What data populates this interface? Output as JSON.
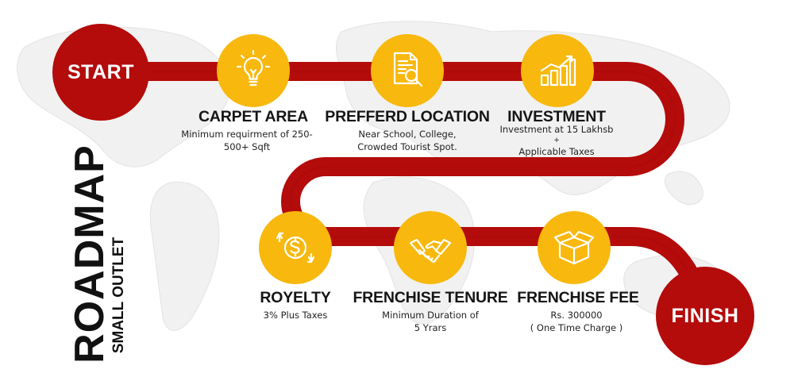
{
  "title": "ROADMAP",
  "subtitle": "SMALL OUTLET",
  "start_label": "START",
  "finish_label": "FINISH",
  "colors": {
    "road": "#b40b0b",
    "node": "#f8b80d",
    "icon": "#ffffff",
    "text": "#151515"
  },
  "steps": [
    {
      "title": "CARPET AREA",
      "icon": "lightbulb-icon",
      "desc": [
        "Minimum requirment of 250-",
        "500+ Sqft"
      ]
    },
    {
      "title": "PREFFERD LOCATION",
      "icon": "document-search-icon",
      "desc": [
        "Near School, College,",
        "Crowded Tourist Spot."
      ]
    },
    {
      "title": "INVESTMENT",
      "icon": "growth-chart-icon",
      "desc": [
        "Investment at 15 Lakhsb",
        "+",
        "Applicable Taxes"
      ]
    },
    {
      "title": "ROYELTY",
      "icon": "money-exchange-icon",
      "desc": [
        "3% Plus Taxes"
      ]
    },
    {
      "title": "FRENCHISE TENURE",
      "icon": "handshake-icon",
      "desc": [
        "Minimum Duration of",
        "5 Yrars"
      ]
    },
    {
      "title": "FRENCHISE FEE",
      "icon": "open-box-icon",
      "desc": [
        "Rs. 300000",
        "( One Time Charge )"
      ]
    }
  ]
}
